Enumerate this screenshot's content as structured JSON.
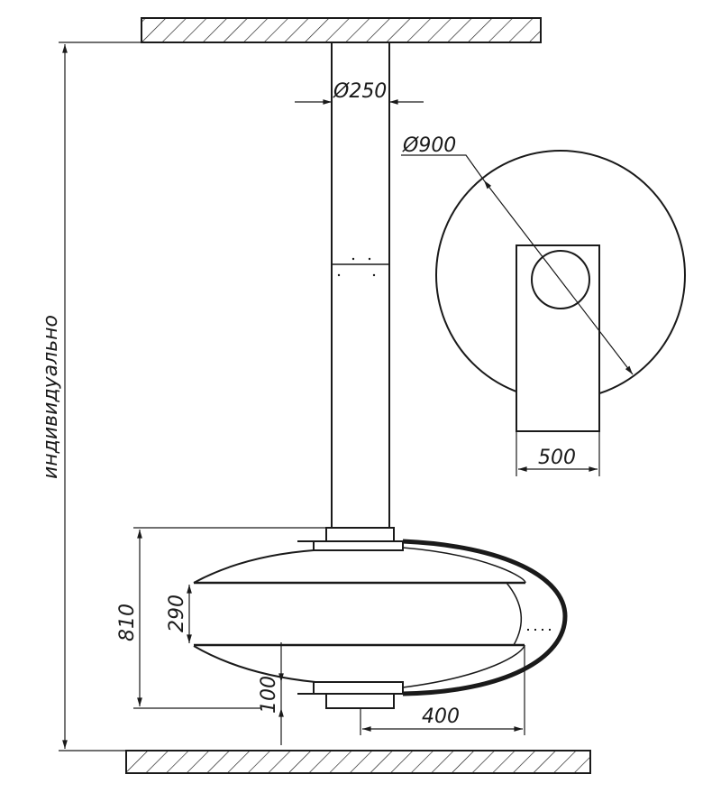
{
  "drawing": {
    "height_label": "индивидуально",
    "pipe_diameter": "Ø250",
    "hood_diameter": "Ø900",
    "width_label": "500",
    "total_height": "810",
    "firebox_height": "290",
    "bottom_offset": "100",
    "depth_label": "400"
  },
  "colors": {
    "line": "#1a1a1a",
    "background": "#ffffff"
  }
}
